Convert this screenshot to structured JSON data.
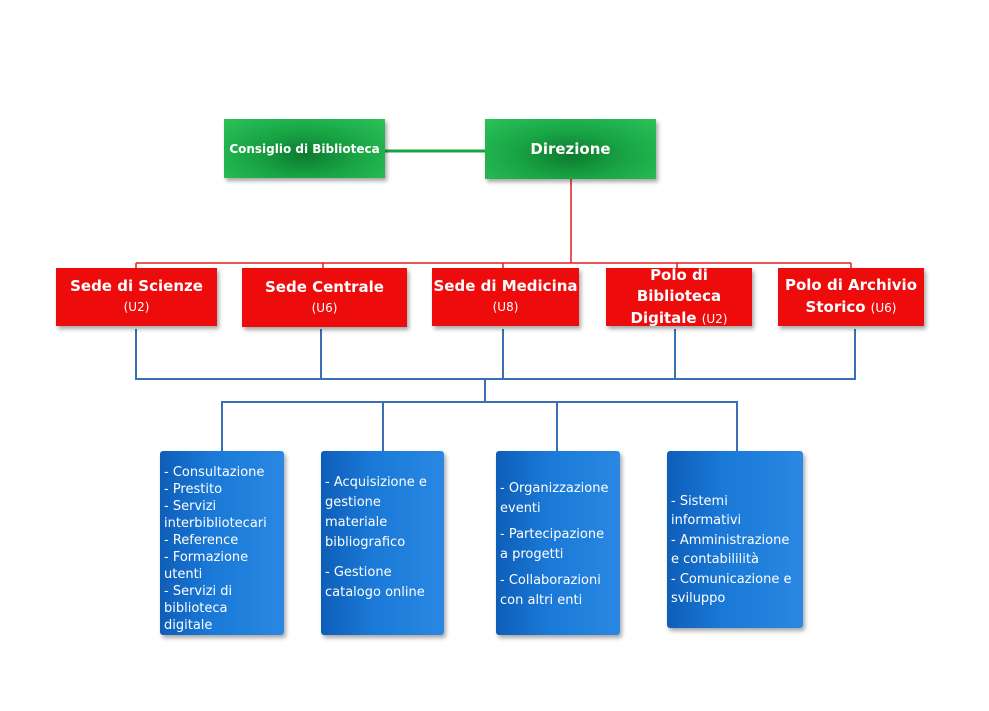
{
  "top": {
    "consiglio": "Consiglio di Biblioteca",
    "direzione": "Direzione"
  },
  "sedi": [
    {
      "name": "Sede di Scienze",
      "unit": "(U2)"
    },
    {
      "name": "Sede Centrale",
      "unit": "(U6)"
    },
    {
      "name": "Sede di Medicina",
      "unit": "(U8)"
    },
    {
      "name_line1": "Polo di Biblioteca",
      "name_line2": "Digitale",
      "unit": "(U2)"
    },
    {
      "name_line1": "Polo di Archivio",
      "name_line2": "Storico",
      "unit": "(U6)"
    }
  ],
  "services": [
    {
      "items": [
        "- Consultazione",
        "- Prestito",
        "- Servizi interbibliotecari",
        "- Reference",
        "- Formazione utenti",
        "- Servizi di biblioteca digitale"
      ]
    },
    {
      "items": [
        "- Acquisizione e gestione materiale bibliografico",
        "- Gestione catalogo online"
      ]
    },
    {
      "items": [
        "- Organizzazione eventi",
        "- Partecipazione a progetti",
        "- Collaborazioni con altri enti"
      ]
    },
    {
      "items": [
        "- Sistemi informativi",
        "- Amministrazione e contabililità",
        "- Comunicazione e sviluppo"
      ]
    }
  ],
  "colors": {
    "green": "#18a444",
    "red": "#ee0b0b",
    "blue": "#1a78d6",
    "red_line": "#e41e1e",
    "blue_line": "#3a6fb5",
    "green_line": "#18a444"
  }
}
